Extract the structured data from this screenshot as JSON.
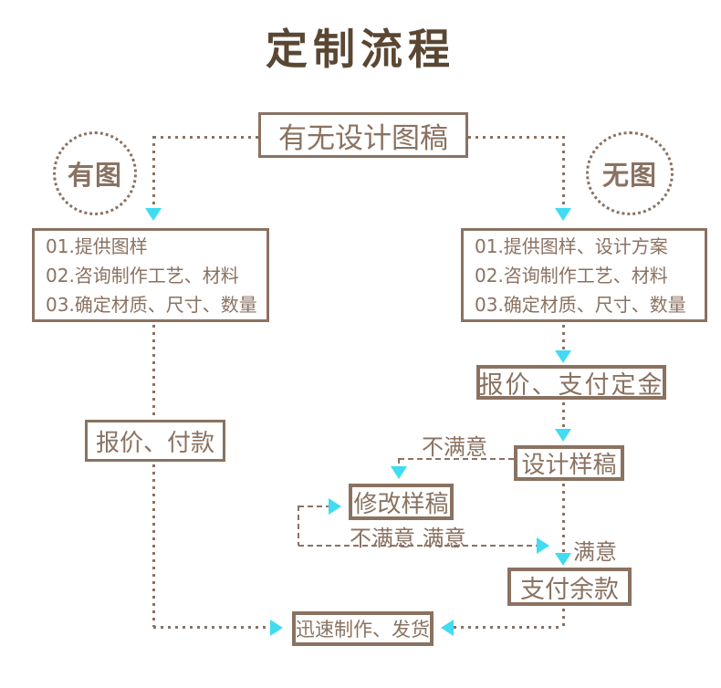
{
  "title": "定制流程",
  "colors": {
    "brown": "#8a7261",
    "title_brown": "#5a4733",
    "cyan_arrow": "#3fdcf2"
  },
  "decision": {
    "label": "有无设计图稿"
  },
  "branches": {
    "has_image": "有图",
    "no_image": "无图"
  },
  "left_flow": {
    "steps": [
      "01.提供图样",
      "02.咨询制作工艺、材料",
      "03.确定材质、尺寸、数量"
    ],
    "quote": "报价、付款"
  },
  "right_flow": {
    "steps": [
      "01.提供图样、设计方案",
      "02.咨询制作工艺、材料",
      "03.确定材质、尺寸、数量"
    ],
    "quote_deposit": "报价、支付定金",
    "design_draft": "设计样稿",
    "revise_draft": "修改样稿",
    "pay_balance": "支付余款"
  },
  "labels": {
    "unsatisfied": "不满意",
    "unsatisfied_satisfied": "不满意 满意",
    "satisfied": "满意"
  },
  "final_step": "迅速制作、发货"
}
